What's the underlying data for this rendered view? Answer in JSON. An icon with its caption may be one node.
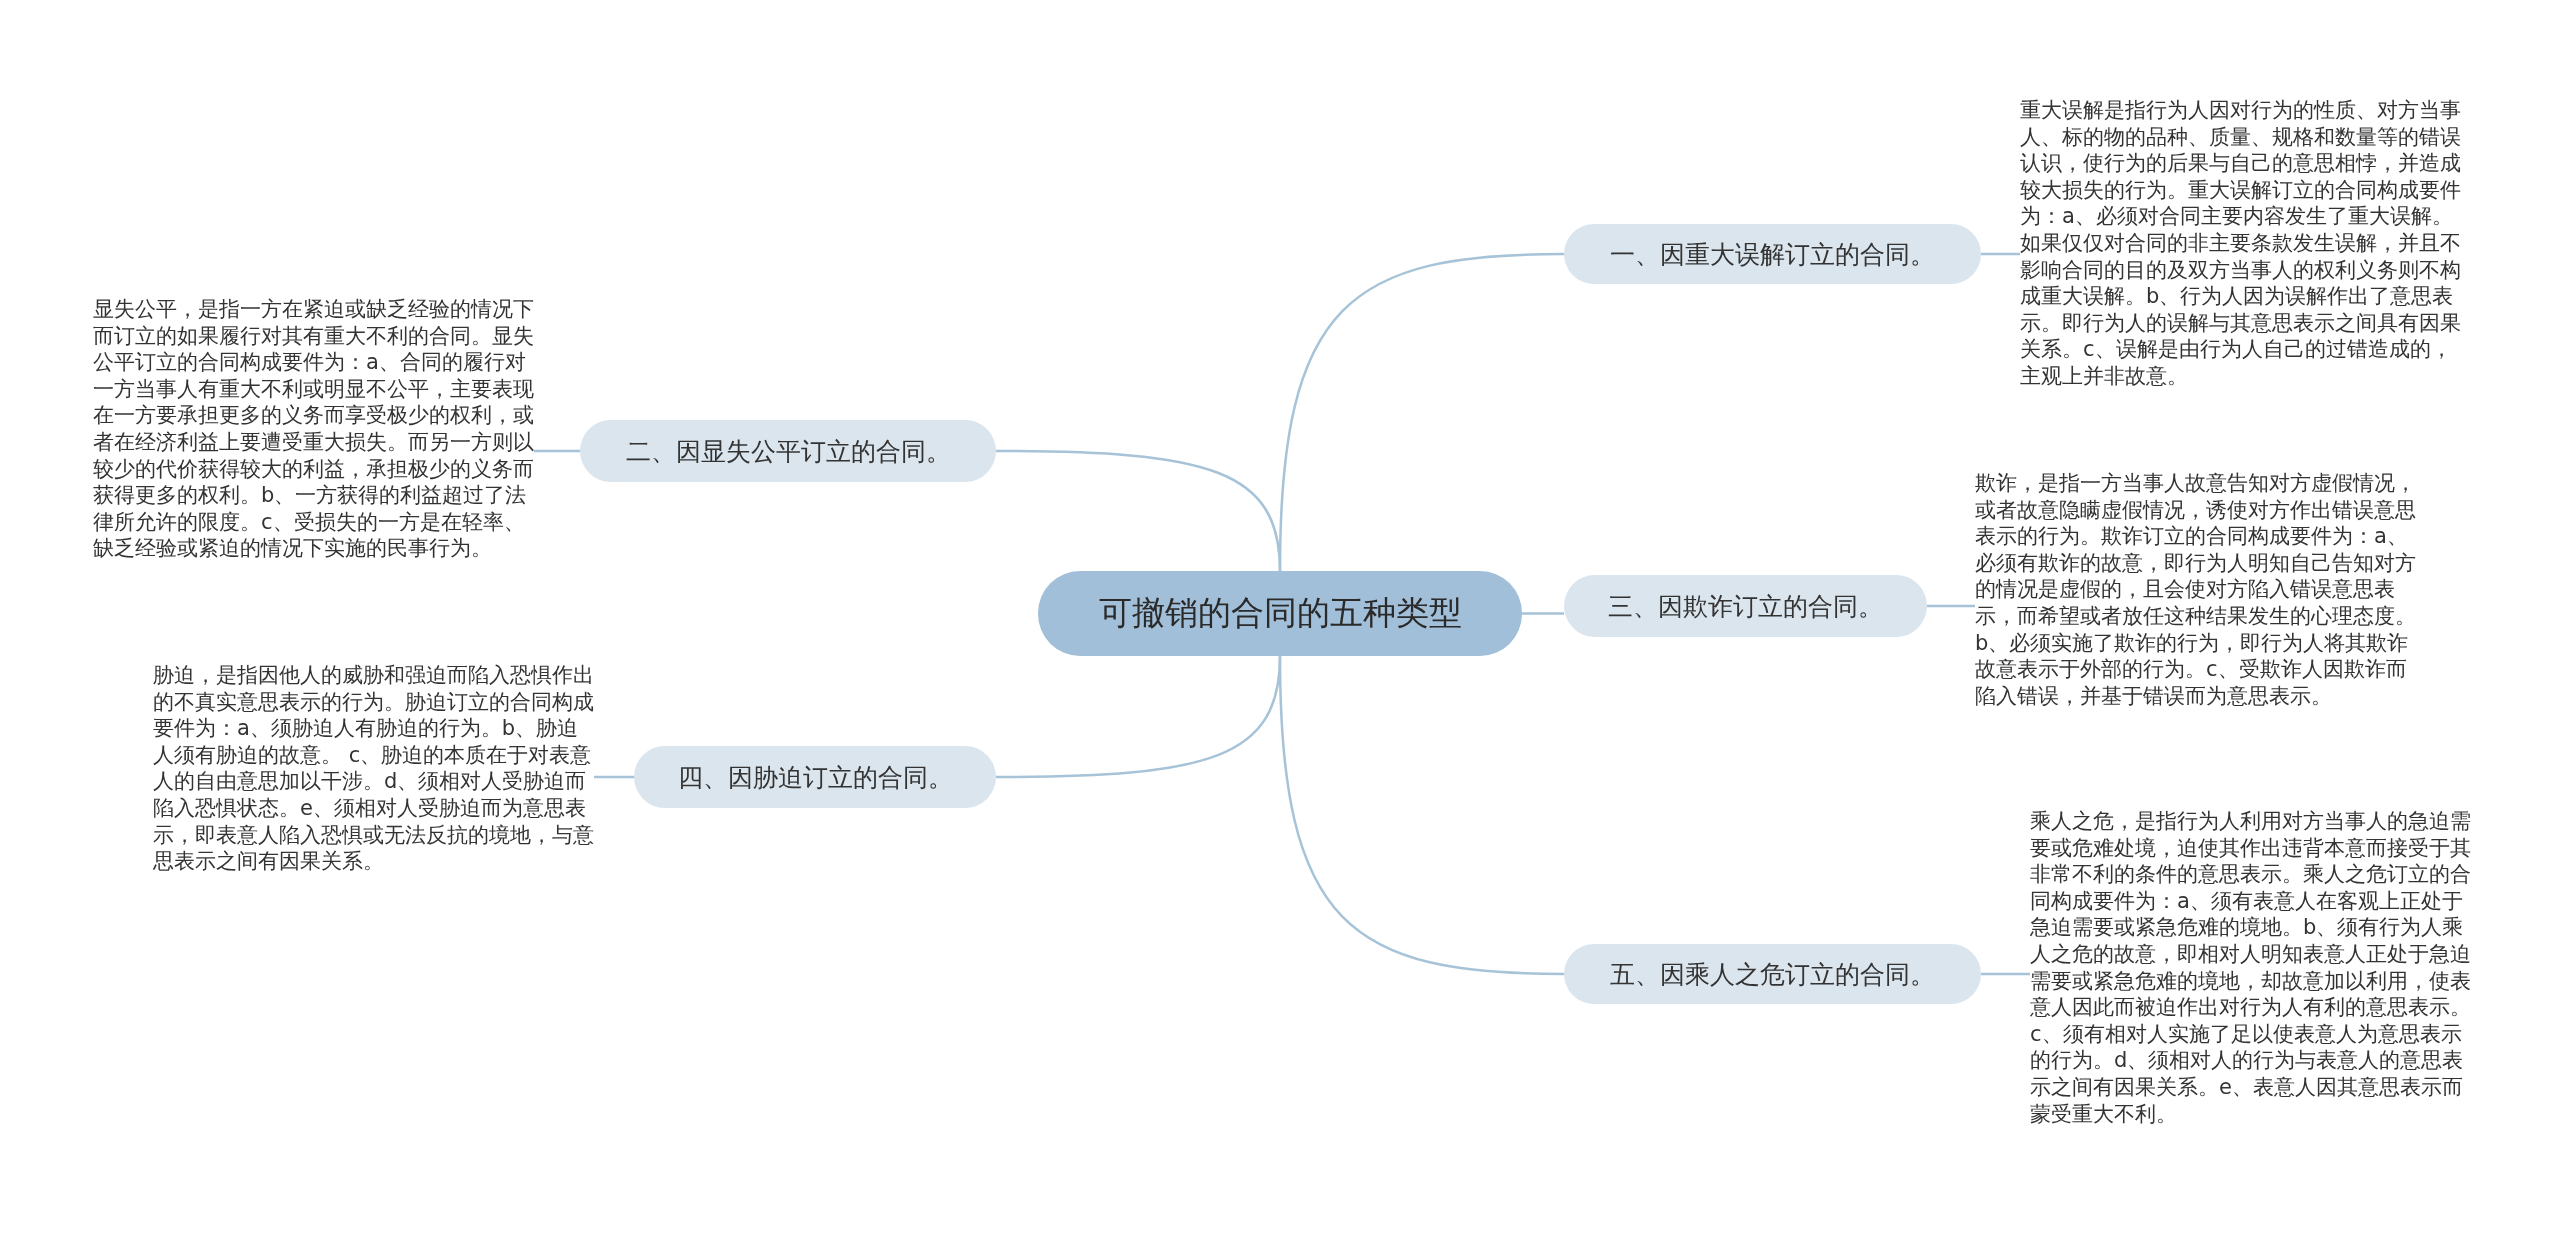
{
  "diagram": {
    "nodes": [
      {
        "text": [
          "可撤销的合同的五种类型"
        ]
      },
      {
        "text": [
          "一、因重大误解订立的合同。"
        ]
      },
      {
        "text": [
          "重大误解是指行为人因对行为的性质、对方当事人、标的物的品种、质量、规格和数量等的错误认识，使行为的后果与自己的意思相悖，并造成较大损失的行为。重大误解订立的合同构成要件为：a、必须对合同主要内容发生了重大误解。如果仅仅对合同的非主要条款发生误解，并且不影响合同的目的及双方当事人的权利义务则不构成重大误解。b、行为人因为误解作出了意思表示。即行为人的误解与其意思表示之间具有因果关系。c、误解是由行为人自己的过错造成的，主观上并非故意。"
        ]
      },
      {
        "text": [
          "二、因显失公平订立的合同。"
        ]
      },
      {
        "text": [
          "显失公平，是指一方在紧迫或缺乏经验的情况下而订立的如果履行对其有重大不利的合同。显失公平订立的合同构成要件为：a、合同的履行对一方当事人有重大不利或明显不公平，主要表现在一方要承担更多的义务而享受极少的权利，或者在经济利益上要遭受重大损失。而另一方则以较少的代价获得较大的利益，承担极少的义务而获得更多的权利。b、一方获得的利益超过了法律所允许的限度。c、受损失的一方是在轻率、缺乏经验或紧迫的情况下实施的民事行为。"
        ]
      },
      {
        "text": [
          "三、因欺诈订立的合同。"
        ]
      },
      {
        "text": [
          "欺诈，是指一方当事人故意告知对方虚假情况，或者故意隐瞒虚假情况，诱使对方作出错误意思表示的行为。欺诈订立的合同构成要件为：a、必须有欺诈的故意，即行为人明知自己告知对方的情况是虚假的，且会使对方陷入错误意思表示，而希望或者放任这种结果发生的心理态度。b、必须实施了欺诈的行为，即行为人将其欺诈故意表示于外部的行为。c、受欺诈人因欺诈而陷入错误，并基于错误而为意思表示。"
        ]
      },
      {
        "text": [
          "四、因胁迫订立的合同。"
        ]
      },
      {
        "text": [
          "胁迫，是指因他人的威胁和强迫而陷入恐惧作出的不真实意思表示的行为。胁迫订立的合同构成要件为：a、须胁迫人有胁迫的行为。b、胁迫人须有胁迫的故意。 c、胁迫的本质在于对表意人的自由意思加以干涉。d、须相对人受胁迫而陷入恐惧状态。e、须相对人受胁迫而为意思表示，即表意人陷入恐惧或无法反抗的境地，与意思表示之间有因果关系。"
        ]
      },
      {
        "text": [
          "五、因乘人之危订立的合同。"
        ]
      },
      {
        "text": [
          "乘人之危，是指行为人利用对方当事人的急迫需要或危难处境，迫使其作出违背本意而接受于其非常不利的条件的意思表示。乘人之危订立的合同构成要件为：a、须有表意人在客观上正处于急迫需要或紧急危难的境地。b、须有行为人乘人之危的故意，即相对人明知表意人正处于急迫需要或紧急危难的境地，却故意加以利用，使表意人因此而被迫作出对行为人有利的意思表示。c、须有相对人实施了足以使表意人为意思表示的行为。d、须相对人的行为与表意人的意思表示之间有因果关系。e、表意人因其意思表示而蒙受重大不利。"
        ]
      }
    ],
    "edges": [
      {
        "from": 0,
        "to": 1,
        "arrow": "none"
      },
      {
        "from": 0,
        "to": 3,
        "arrow": "none"
      },
      {
        "from": 0,
        "to": 5,
        "arrow": "none"
      },
      {
        "from": 0,
        "to": 7,
        "arrow": "none"
      },
      {
        "from": 0,
        "to": 9,
        "arrow": "none"
      },
      {
        "from": 1,
        "to": 2,
        "arrow": "none"
      },
      {
        "from": 3,
        "to": 4,
        "arrow": "none"
      },
      {
        "from": 5,
        "to": 6,
        "arrow": "none"
      },
      {
        "from": 7,
        "to": 8,
        "arrow": "none"
      },
      {
        "from": 9,
        "to": 10,
        "arrow": "none"
      }
    ]
  }
}
